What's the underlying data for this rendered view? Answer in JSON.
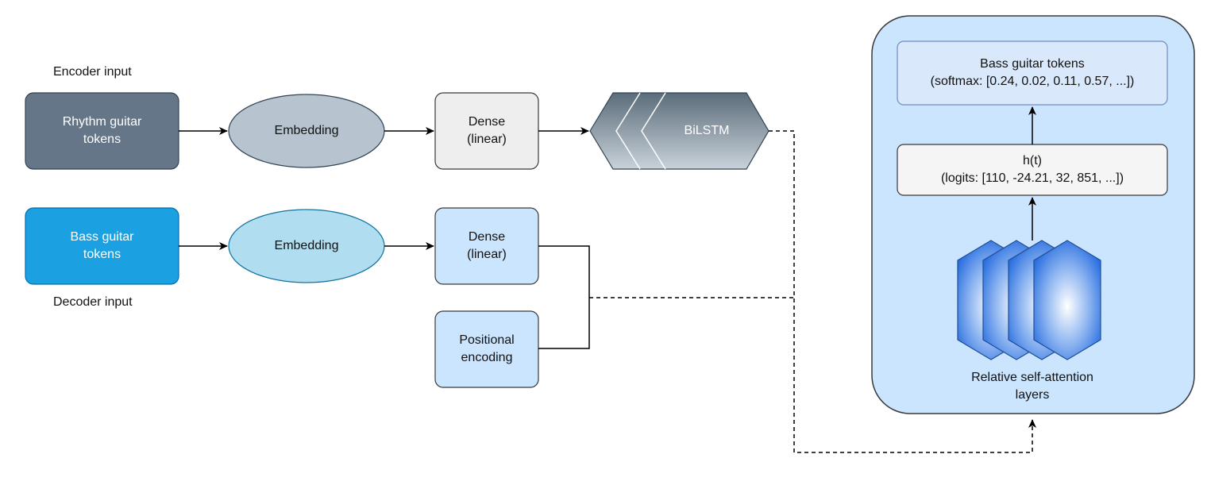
{
  "labels": {
    "encoder_input": "Encoder input",
    "decoder_input": "Decoder input"
  },
  "nodes": {
    "rhythm_tokens": {
      "line1": "Rhythm guitar",
      "line2": "tokens"
    },
    "bass_tokens_input": {
      "line1": "Bass guitar",
      "line2": "tokens"
    },
    "embedding_top": "Embedding",
    "embedding_bottom": "Embedding",
    "dense_top": {
      "line1": "Dense",
      "line2": "(linear)"
    },
    "dense_bottom": {
      "line1": "Dense",
      "line2": "(linear)"
    },
    "positional": {
      "line1": "Positional",
      "line2": "encoding"
    },
    "bilstm": "BiLSTM",
    "output_tokens": {
      "line1": "Bass guitar tokens",
      "line2": "(softmax: [0.24, 0.02, 0.11, 0.57, ...])"
    },
    "logits": {
      "line1": "h(t)",
      "line2": "(logits: [110, -24.21, 32, 851, ...])"
    },
    "attention": {
      "line1": "Relative self-attention",
      "line2": "layers"
    }
  },
  "colors": {
    "rhythm_fill": "#647687",
    "bass_fill": "#1ba1e2",
    "embedding_top_fill": "#b7c4d0",
    "embedding_bottom_fill": "#b1ddf0",
    "dense_top_fill": "#eeeeee",
    "dense_bottom_fill": "#cce5ff",
    "container_fill": "#cce5ff",
    "output_fill": "#dae8fc",
    "logits_fill": "#f5f5f5",
    "hexagon_fill": "#2a6fe0"
  },
  "icons": [
    "bilstm-chevron-shape",
    "hexagon-layer-shape"
  ]
}
